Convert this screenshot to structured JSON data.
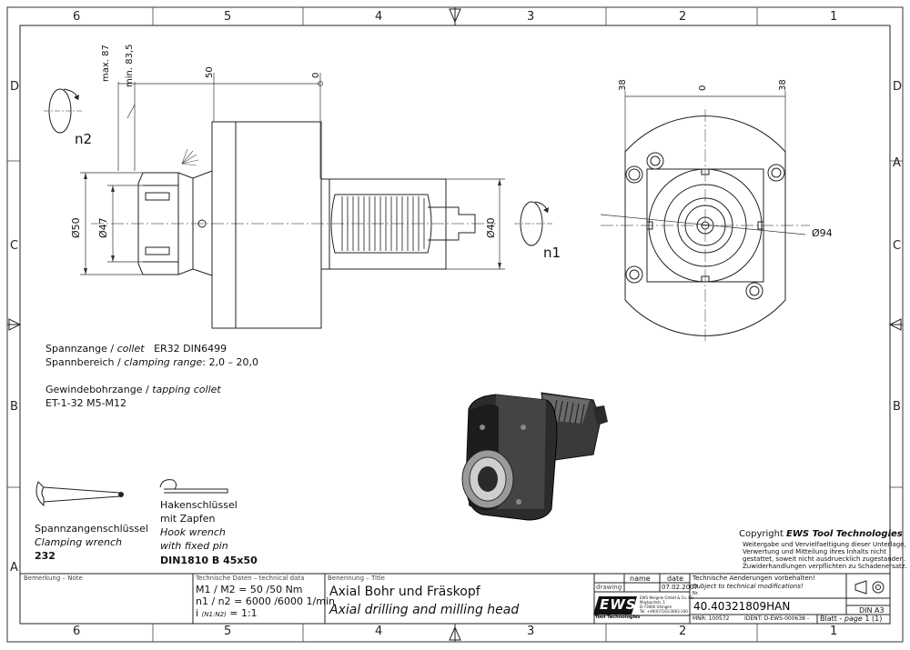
{
  "frame": {
    "columns": [
      "6",
      "5",
      "4",
      "3",
      "2",
      "1"
    ],
    "rows": [
      "D",
      "C",
      "B",
      "A"
    ]
  },
  "drawing": {
    "dimensions": {
      "max_len": "max. 87",
      "min_len": "min. 83,5",
      "d50_pos": "50",
      "zero_pos": "0",
      "phi50": "Ø50",
      "phi47": "Ø47",
      "phi40": "Ø40",
      "side_left": "38",
      "side_zero": "0",
      "side_right": "38",
      "phi94": "Ø94"
    },
    "rotation_labels": {
      "n2": "n2",
      "n1": "n1"
    }
  },
  "notes": {
    "collet_label": "Spannzange / ",
    "collet_en": "collet",
    "collet_spec": "ER32    DIN6499",
    "range_label": "Spannbereich / ",
    "range_en": "clamping range",
    "range_spec": ": 2,0 – 20,0",
    "tap_label": "Gewindebohrzange / ",
    "tap_en": "tapping collet",
    "tap_spec": "ET-1-32   M5-M12"
  },
  "wrenches": {
    "clamp_de": "Spannzangenschlüssel",
    "clamp_en": "Clamping wrench",
    "clamp_no": "232",
    "hook_de1": "Hakenschlüssel",
    "hook_de2": "mit Zapfen",
    "hook_en1": "Hook wrench",
    "hook_en2": "with fixed pin",
    "hook_no": "DIN1810 B 45x50"
  },
  "copyright": {
    "title_prefix": "Copyright ",
    "title_brand": "EWS Tool Technologies",
    "line1": "Weitergabe und Vervielfaeltigung dieser Unterlage,",
    "line2": "Verwertung und Mitteilung ihres Inhalts nicht",
    "line3": "gestattet, soweit nicht ausdruecklich zugestanden.",
    "line4": "Zuwiderhandlungen verpflichten zu Schadenersatz."
  },
  "title_block": {
    "remarks_label": "Bemerkung – Note",
    "tech_label": "Technische Daten – technical data",
    "torque": "M1 / M2 = 50  /50  Nm",
    "speed": "n1 / n2 = 6000 /6000  1/min",
    "ratio_prefix": "i  ",
    "ratio_small": "(N1:N2)",
    "ratio_value": " = 1:1",
    "name_label": "Benennung – Title",
    "name_de": "Axial Bohr und Fräskopf",
    "name_en": "Axial drilling and milling head",
    "col_name": "name",
    "col_date": "date",
    "row_drawing": "drawing",
    "drawing_date": "07.02.2007",
    "logo_text": "EWS",
    "logo_sub": "Tool Technologies",
    "address1": "EWS Weigele GmbH & Co. KG",
    "address2": "Maybachstr. 1",
    "address3": "D-73066 Uhingen",
    "address4": "Tel. +49(0)7161/3063-100",
    "changes_de": "Technische Aenderungen vorbehalten!",
    "changes_en": "Subject to technical modifications!",
    "nr_label": "Nr.",
    "part_no": "40.40321809HAN",
    "mnr": "MNR: 100572",
    "ident": "IDENT: D-EWS-000638 -",
    "sheet_prefix": "Blatt - ",
    "sheet_en": "page",
    "sheet_no": " 1 (1)",
    "format": "DIN A3"
  },
  "colors": {
    "line": "#222222",
    "center": "#555555",
    "hatch": "#333333"
  }
}
